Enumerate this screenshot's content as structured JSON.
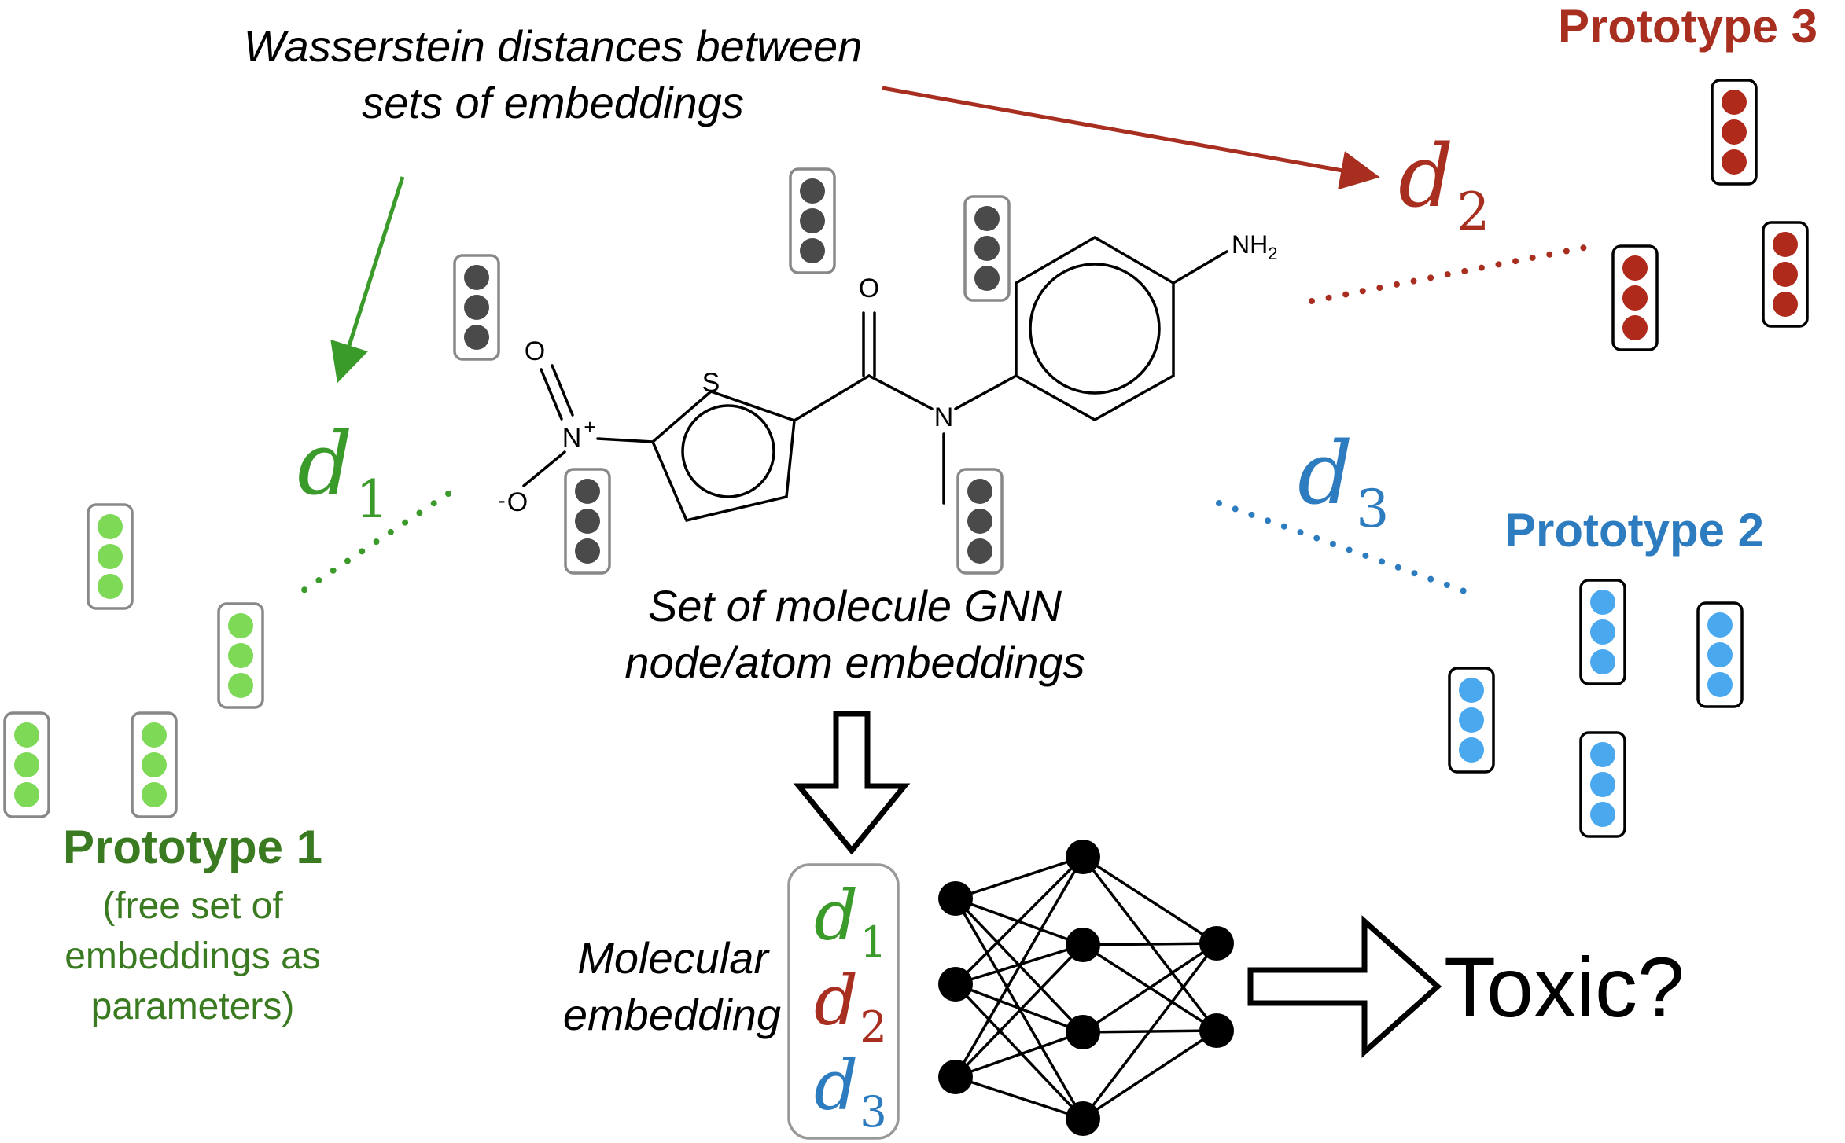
{
  "annotation_top": {
    "line1": "Wasserstein distances between",
    "line2": "sets of embeddings"
  },
  "set_caption": {
    "line1": "Set of molecule GNN",
    "line2": "node/atom embeddings"
  },
  "molecular_embedding_label": {
    "line1": "Molecular",
    "line2": "embedding"
  },
  "distance_symbol": "d",
  "distances": {
    "d1": "1",
    "d2": "2",
    "d3": "3"
  },
  "prototype1": {
    "title": "Prototype 1",
    "desc1": "(free set of",
    "desc2": "embeddings as",
    "desc3": "parameters)"
  },
  "prototype2": {
    "title": "Prototype 2"
  },
  "prototype3": {
    "title": "Prototype 3"
  },
  "output_label": "Toxic?",
  "atoms": {
    "S": "S",
    "O_carbonyl": "O",
    "N_amide": "N",
    "N_nitro": "N",
    "N_plus": "+",
    "O_nitro_top": "O",
    "O_nitro_bot": "O",
    "O_minus": "-",
    "NH2": "NH",
    "NH2_sub": "2"
  },
  "colors": {
    "green": "#3a9a2a",
    "green_dark": "#3a7a20",
    "green_node": "#7ed957",
    "red": "#a82e20",
    "red_node": "#b02a1c",
    "blue": "#2e7cc0",
    "blue_node": "#4aa8ee",
    "gray_node": "#4a4a4a",
    "black": "#000000"
  }
}
